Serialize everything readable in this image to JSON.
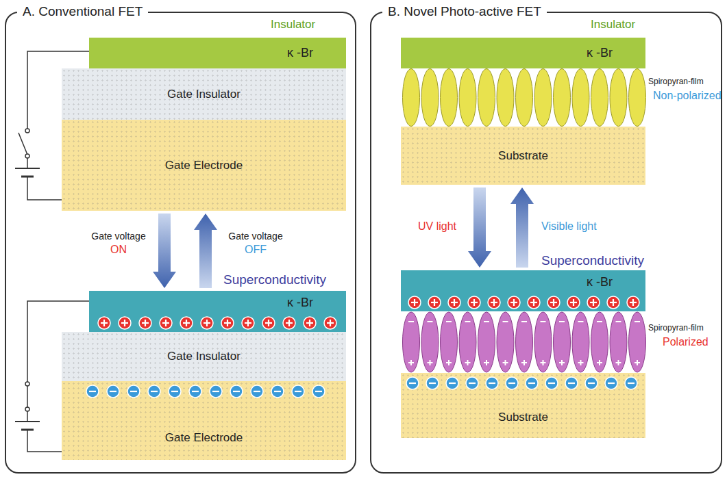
{
  "diagram": {
    "nodes": [
      {
        "text": [
          "A. Conventional FET"
        ]
      },
      {
        "text": [
          "κ -Br"
        ],
        "in": 0
      },
      {
        "text": [
          "Gate Insulator"
        ],
        "in": 0
      },
      {
        "text": [
          "Gate Electrode"
        ],
        "in": 0
      },
      {
        "text": [
          "κ -Br"
        ],
        "in": 0
      },
      {
        "text": [
          "Gate Insulator"
        ],
        "in": 0
      },
      {
        "text": [
          "Gate Electrode"
        ],
        "in": 0
      },
      {
        "text": [
          "B. Novel Photo-active FET"
        ]
      },
      {
        "text": [
          "κ -Br"
        ],
        "in": 7
      },
      {
        "text": [
          "Substrate"
        ],
        "in": 7
      },
      {
        "text": [
          "κ -Br"
        ],
        "in": 7
      },
      {
        "text": [
          "Substrate"
        ],
        "in": 7
      }
    ],
    "edges": [
      {
        "from": 3,
        "to": 4,
        "arrow": "to"
      },
      {
        "from": 4,
        "to": 3,
        "arrow": "to"
      },
      {
        "from": 9,
        "to": 10,
        "arrow": "to"
      },
      {
        "from": 10,
        "to": 9,
        "arrow": "to"
      }
    ],
    "labels": [
      "Insulator",
      "Gate voltage",
      "ON",
      "Gate voltage",
      "OFF",
      "Superconductivity",
      "Insulator",
      "Spiropyran-film",
      "Non-polarized",
      "UV light",
      "Visible light",
      "Superconductivity",
      "Spiropyran-film",
      "Polarized"
    ]
  }
}
